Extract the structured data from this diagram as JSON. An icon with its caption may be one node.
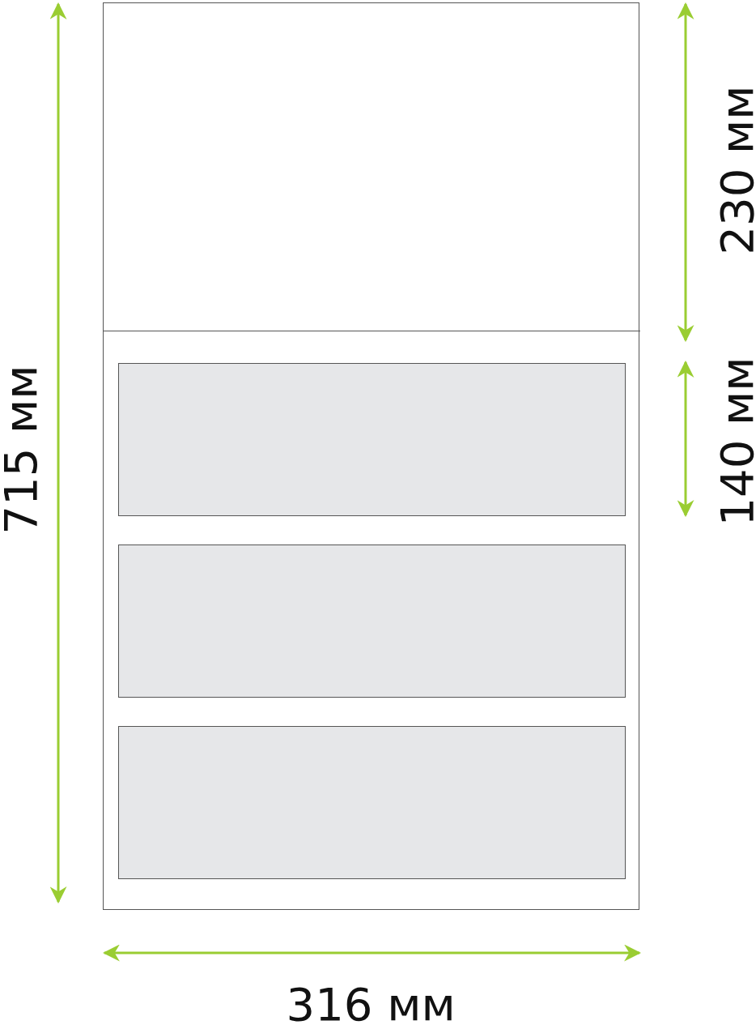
{
  "diagram": {
    "nodes": [
      {
        "text": [],
        "shape": "box"
      },
      {
        "text": [],
        "shape": "box",
        "in": 0
      },
      {
        "text": [],
        "shape": "box",
        "in": 0
      },
      {
        "text": [],
        "shape": "box",
        "in": 0
      },
      {
        "text": [],
        "shape": "box",
        "in": 0
      }
    ],
    "edges": [],
    "labels": [
      "715 мм",
      "230 мм",
      "140 мм",
      "316 мм"
    ]
  }
}
